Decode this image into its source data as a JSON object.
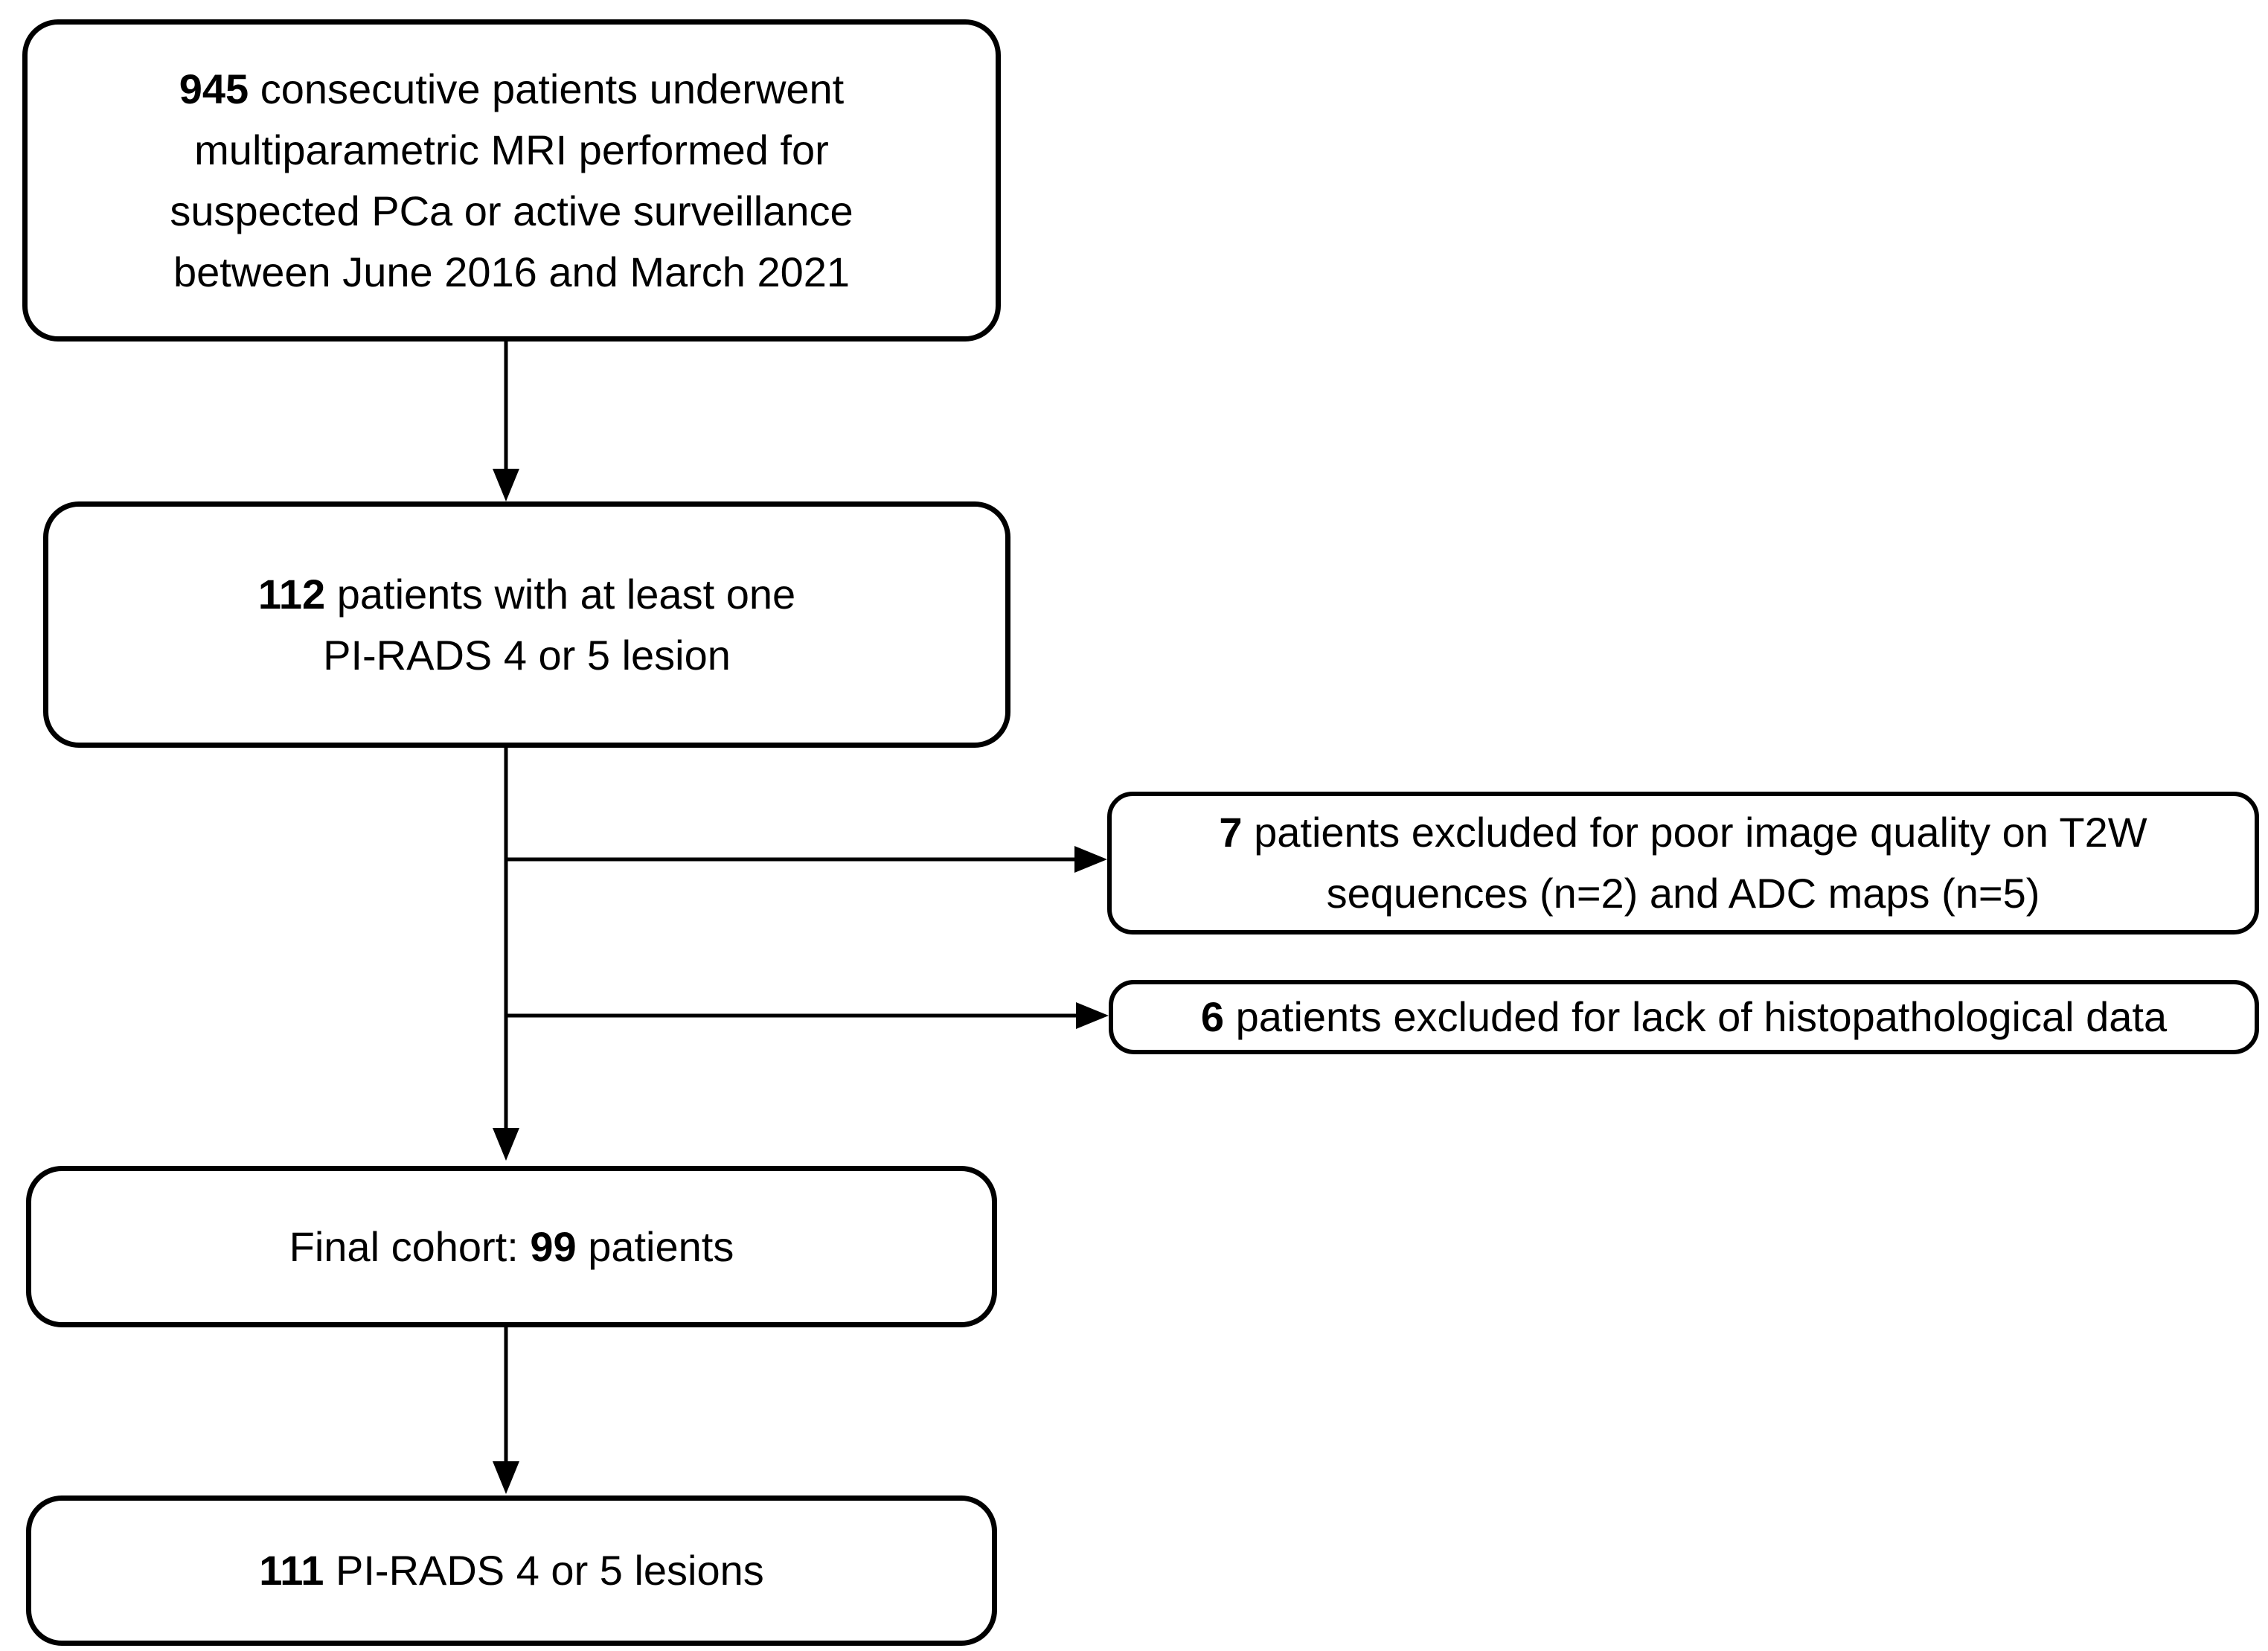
{
  "figure": {
    "type": "flowchart",
    "background_color": "#ffffff",
    "line_color": "#000000",
    "text_color": "#000000"
  },
  "boxes": {
    "initial": {
      "lines": [
        {
          "bold": "945",
          "rest": " consecutive patients underwent"
        },
        {
          "rest": "multiparametric MRI performed for"
        },
        {
          "rest": "suspected PCa or active surveillance"
        },
        {
          "rest": "between June 2016 and March 2021"
        }
      ]
    },
    "pirads": {
      "lines": [
        {
          "bold": "112",
          "rest": " patients with at least one"
        },
        {
          "rest": "PI-RADS 4 or 5 lesion"
        }
      ]
    },
    "excluded_quality": {
      "lines": [
        {
          "bold": "7",
          "rest": " patients excluded for poor image quality on T2W"
        },
        {
          "rest": "sequences (n=2) and ADC maps (n=5)"
        }
      ]
    },
    "excluded_histo": {
      "lines": [
        {
          "bold": "6",
          "rest": " patients excluded for lack of histopathological data"
        }
      ]
    },
    "final": {
      "prefix": "Final cohort: ",
      "bold": "99",
      "suffix": " patients"
    },
    "lesions": {
      "bold": "111",
      "rest": " PI-RADS 4 or 5 lesions"
    }
  }
}
